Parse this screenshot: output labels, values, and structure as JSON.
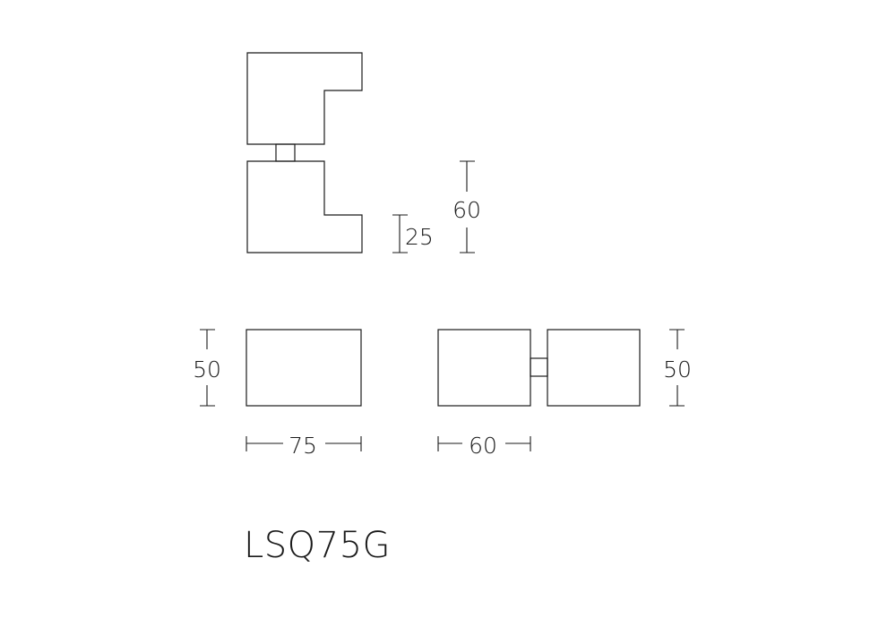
{
  "model_code": "LSQ75G",
  "dimensions": {
    "top_view_height": "60",
    "top_view_offset": "25",
    "front_view_height": "50",
    "front_view_width": "75",
    "side_view_height": "50",
    "side_view_width": "60"
  },
  "colors": {
    "stroke": "#1a1a1a",
    "background": "#ffffff"
  }
}
